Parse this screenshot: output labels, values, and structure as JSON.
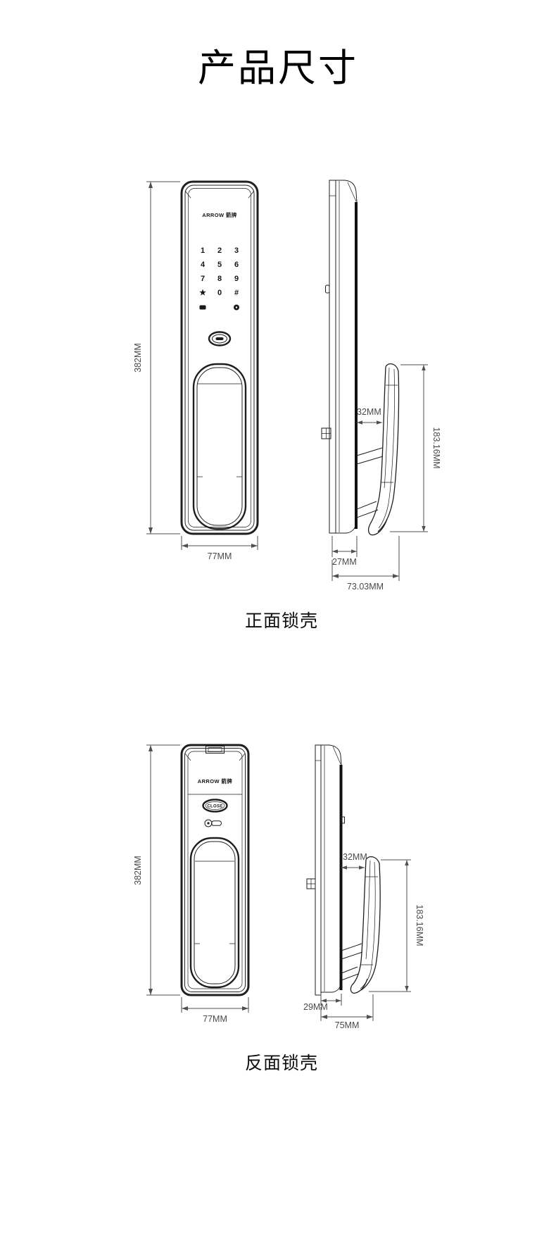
{
  "page": {
    "title": "产品尺寸",
    "background": "#ffffff"
  },
  "colors": {
    "drawing_line": "#1e1e1e",
    "dimension_line": "#4f4f4f",
    "dimension_text": "#4a4a4a",
    "title_text": "#000000"
  },
  "figures": [
    {
      "caption": "正面锁壳",
      "brand": "ARROW 箭牌",
      "keypad": [
        [
          "1",
          "2",
          "3"
        ],
        [
          "4",
          "5",
          "6"
        ],
        [
          "7",
          "8",
          "9"
        ],
        [
          "★",
          "0",
          "#"
        ]
      ],
      "icons": [
        "card-icon",
        "doorbell-icon",
        "sensor-oval"
      ],
      "dims": {
        "height": "382MM",
        "width": "77MM",
        "handle_gap": "32MM",
        "handle_length": "183.16MM",
        "depth": "27MM",
        "total_depth": "73.03MM"
      }
    },
    {
      "caption": "反面锁壳",
      "brand": "ARROW 箭牌",
      "close_label": "CLOSE",
      "icons": [
        "battery-cover-slot",
        "thumbturn-lever-icon"
      ],
      "dims": {
        "height": "382MM",
        "width": "77MM",
        "handle_gap": "32MM",
        "handle_length": "183.16MM",
        "depth": "29MM",
        "total_depth": "75MM"
      }
    }
  ]
}
